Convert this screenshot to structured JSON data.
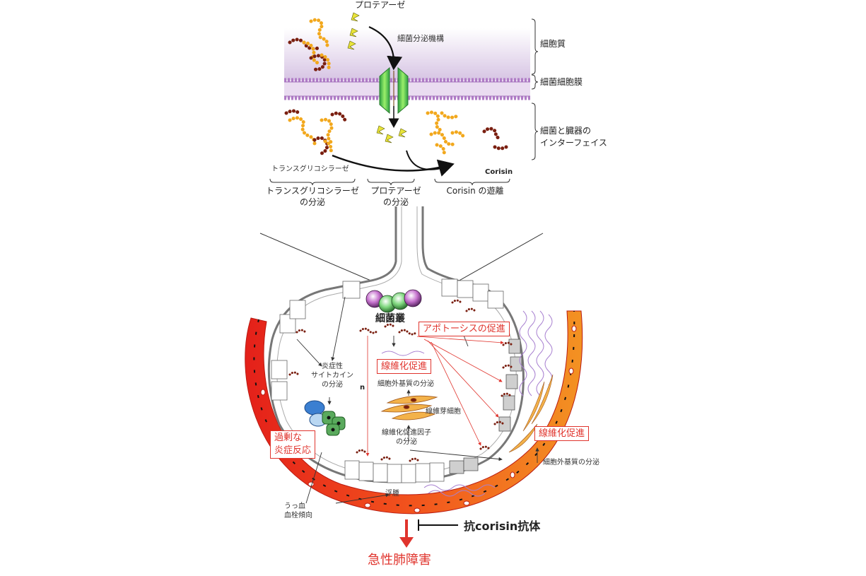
{
  "top": {
    "protease": "プロテアーゼ",
    "secretion_system": "細菌分泌機構",
    "cytoplasm": "細胞質",
    "bacterial_membrane": "細菌細胞膜",
    "interface_line1": "細菌と臓器の",
    "interface_line2": "インターフェイス",
    "transglycosylase": "トランスグリコシラーゼ",
    "corisin": "Corisin",
    "bracket_transglycosylase_line1": "トランスグリコシラーゼ",
    "bracket_transglycosylase_line2": "の分泌",
    "bracket_protease_line1": "プロテアーゼ",
    "bracket_protease_line2": "の分泌",
    "bracket_corisin": "Corisin の遊離"
  },
  "alveolus": {
    "bacterial_cluster": "細菌叢",
    "apoptosis": "アポトーシスの促進",
    "fibrosis_center": "線維化促進",
    "fibrosis_right": "線維化促進",
    "cytokine_line1": "炎症性",
    "cytokine_line2": "サイトカイン",
    "cytokine_line3": "の分泌",
    "ecm_center": "細胞外基質の分泌",
    "fibroblast": "線維芽細胞",
    "fibrosis_factor_line1": "線維化促進因子",
    "fibrosis_factor_line2": "の分泌",
    "ecm_right": "細胞外基質の分泌",
    "excess_inflammation_line1": "過剰な",
    "excess_inflammation_line2": "炎症反応",
    "edema": "浮腫",
    "congestion_line1": "うっ血",
    "congestion_line2": "血栓傾向",
    "n_marker": "n"
  },
  "bottom": {
    "antibody": "抗corisin抗体",
    "outcome": "急性肺障害"
  },
  "colors": {
    "accent_red": "#e0342d",
    "membrane_purple": "#b07cc6",
    "vessel_red": "#ee2a1b",
    "vessel_orange": "#f6891f",
    "channel_green": "#47c24a"
  }
}
